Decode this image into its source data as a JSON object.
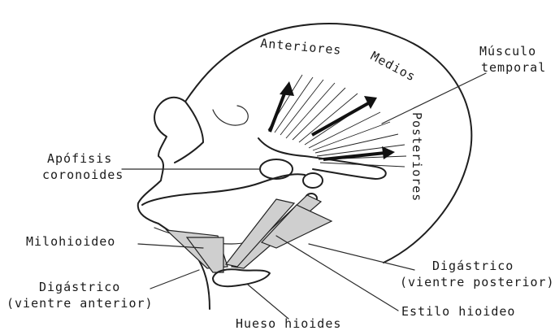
{
  "labels": {
    "anteriores": "Anteriores",
    "medios": "Medios",
    "posteriores": "Posteriores",
    "musculo_temporal_1": "Músculo",
    "musculo_temporal_2": "temporal",
    "apofisis_1": "Apófisis",
    "apofisis_2": "coronoides",
    "milohioideo": "Milohioideo",
    "digastrico_anterior_1": "Digástrico",
    "digastrico_anterior_2": "(vientre anterior)",
    "digastrico_posterior_1": "Digástrico",
    "digastrico_posterior_2": "(vientre posterior)",
    "estilo_hioideo": "Estilo hioideo",
    "hueso_hioides": "Hueso hioides"
  },
  "colors": {
    "ink": "#1f1f1f",
    "muscle_fill": "#cfcfcf",
    "background": "#ffffff"
  }
}
